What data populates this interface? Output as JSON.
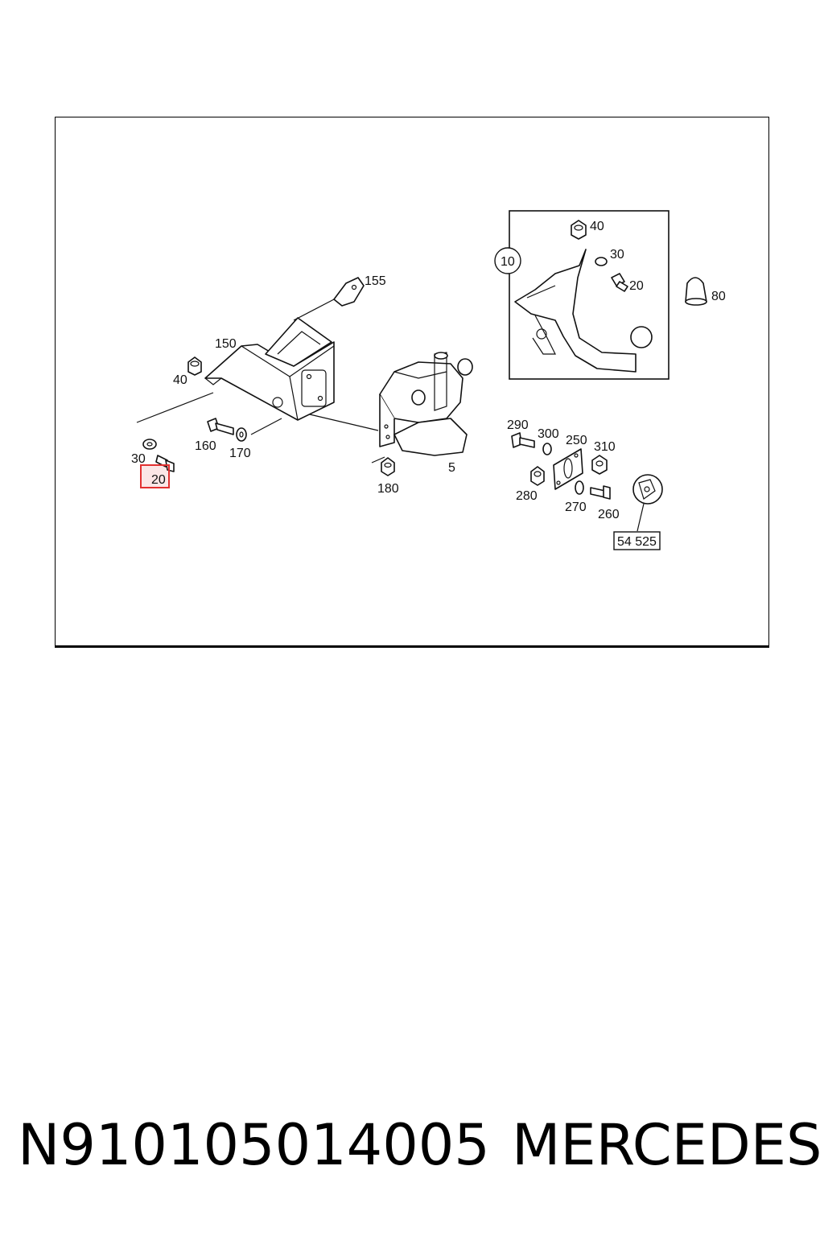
{
  "diagram": {
    "labels": {
      "l155": "155",
      "l150": "150",
      "l40a": "40",
      "l30a": "30",
      "l20a": "20",
      "l160": "160",
      "l170": "170",
      "l180": "180",
      "l5": "5",
      "l10": "10",
      "l40b": "40",
      "l30b": "30",
      "l20b": "20",
      "l80": "80",
      "l290": "290",
      "l300": "300",
      "l250": "250",
      "l310": "310",
      "l280": "280",
      "l270": "270",
      "l260": "260",
      "l54525": "54 525"
    },
    "highlight_color": "#e23030"
  },
  "caption": {
    "part_number": "N910105014005",
    "brand": "MERCEDES"
  }
}
